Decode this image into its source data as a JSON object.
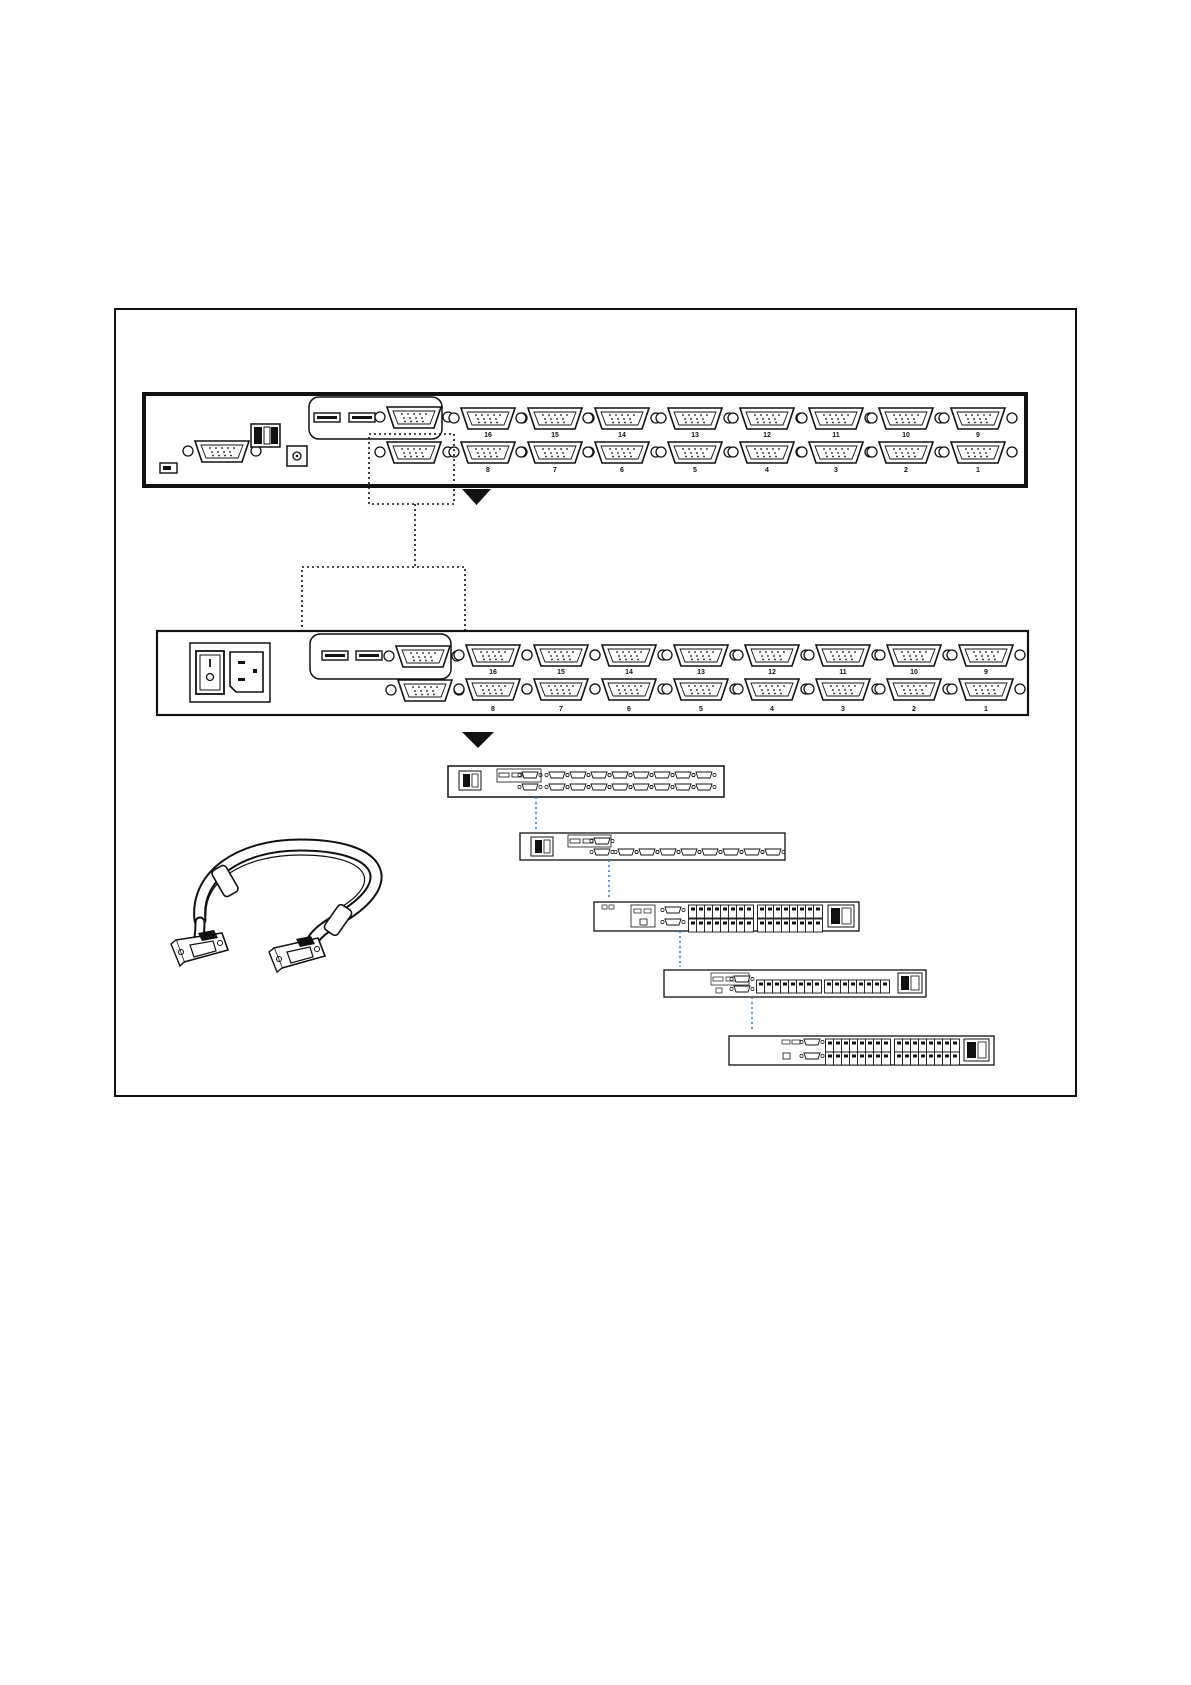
{
  "figure": {
    "top_switch": {
      "port_labels_top": [
        "16",
        "15",
        "14",
        "13",
        "12",
        "11",
        "10",
        "9"
      ],
      "port_labels_bottom": [
        "8",
        "7",
        "6",
        "5",
        "4",
        "3",
        "2",
        "1"
      ]
    },
    "second_switch": {
      "port_labels_top": [
        "16",
        "15",
        "14",
        "13",
        "12",
        "11",
        "10",
        "9"
      ],
      "port_labels_bottom": [
        "8",
        "7",
        "6",
        "5",
        "4",
        "3",
        "2",
        "1"
      ]
    },
    "chain": {
      "units": [
        "16-port-vga",
        "8-port-vga",
        "32-port-cat5",
        "16-port-cat5",
        "32-port-cat5"
      ]
    },
    "icons": [
      "vga-port-icon",
      "usb-port-icon",
      "power-inlet-icon",
      "power-switch-icon",
      "dip-switch-icon",
      "dc-jack-icon",
      "firmware-switch-icon",
      "arrow-down-icon",
      "vga-cable-icon"
    ],
    "colors": {
      "line": "#1a1a1a",
      "chain_dotted": "#3a86c8",
      "background": "#ffffff"
    }
  }
}
